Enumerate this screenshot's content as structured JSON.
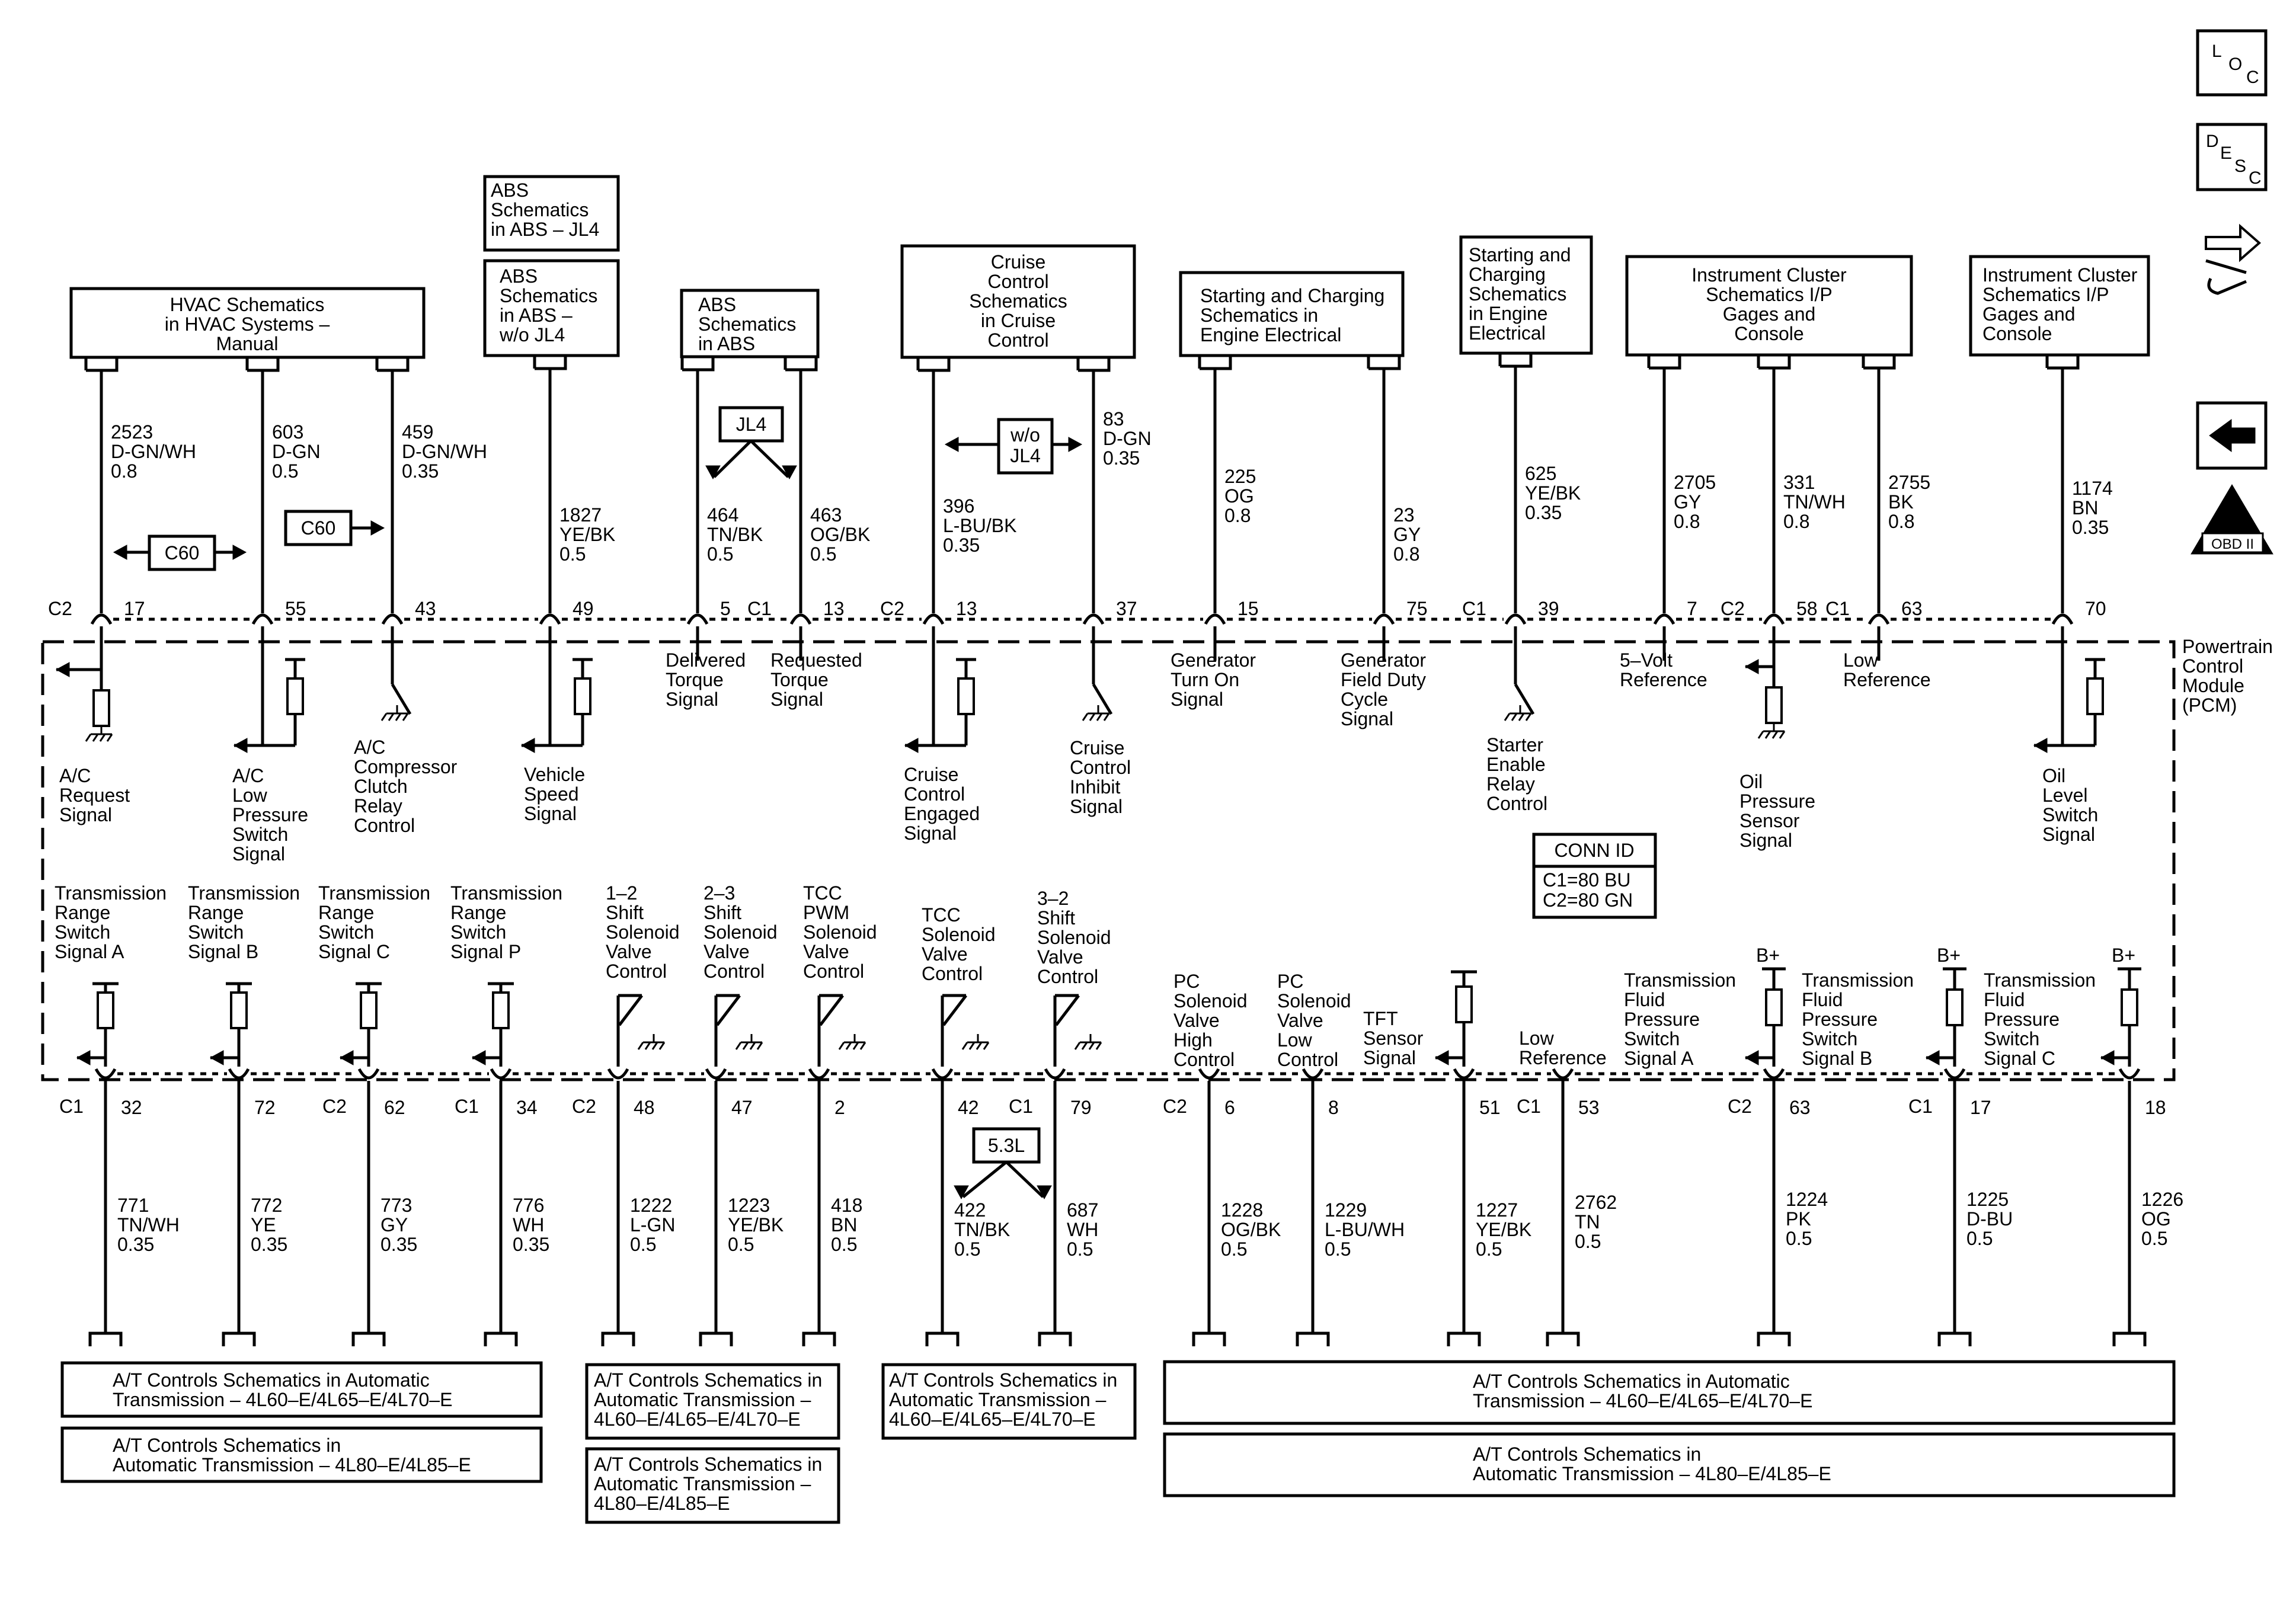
{
  "module": {
    "label": [
      "Powertrain",
      "Control",
      "Module",
      "(PCM)"
    ]
  },
  "nav": {
    "loc": [
      "L",
      "O",
      "C"
    ],
    "desc": [
      "D",
      "E",
      "S",
      "C"
    ],
    "obd": [
      "II",
      "OBD II"
    ]
  },
  "conn_id": {
    "title": "CONN ID",
    "lines": [
      "C1=80 BU",
      "C2=80 GN"
    ]
  },
  "top_boxes": [
    {
      "lines": [
        "HVAC Schematics",
        "in HVAC Systems –",
        "Manual"
      ]
    },
    {
      "lines": [
        "ABS",
        "Schematics",
        "in ABS – JL4"
      ]
    },
    {
      "lines": [
        "ABS",
        "Schematics",
        "in ABS –",
        "w/o JL4"
      ]
    },
    {
      "lines": [
        "ABS",
        "Schematics",
        "in ABS"
      ]
    },
    {
      "lines": [
        "Cruise",
        "Control",
        "Schematics",
        "in Cruise",
        "Control"
      ]
    },
    {
      "lines": [
        "Starting and Charging",
        "Schematics in",
        "Engine Electrical"
      ]
    },
    {
      "lines": [
        "Starting and",
        "Charging",
        "Schematics",
        "in Engine",
        "Electrical"
      ]
    },
    {
      "lines": [
        "Instrument Cluster",
        "Schematics I/P",
        "Gages and",
        "Console"
      ]
    },
    {
      "lines": [
        "Instrument Cluster",
        "Schematics I/P",
        "Gages and",
        "Console"
      ]
    }
  ],
  "bottom_boxes": [
    {
      "lines": [
        "A/T Controls Schematics in Automatic",
        "Transmission – 4L60–E/4L65–E/4L70–E"
      ]
    },
    {
      "lines": [
        "A/T Controls Schematics in",
        "Automatic Transmission – 4L80–E/4L85–E"
      ]
    },
    {
      "lines": [
        "A/T Controls Schematics in",
        "Automatic Transmission –",
        "4L60–E/4L65–E/4L70–E"
      ]
    },
    {
      "lines": [
        "A/T Controls Schematics in",
        "Automatic Transmission –",
        "4L80–E/4L85–E"
      ]
    },
    {
      "lines": [
        "A/T Controls Schematics in",
        "Automatic Transmission –",
        "4L60–E/4L65–E/4L70–E"
      ]
    },
    {
      "lines": [
        "A/T Controls Schematics in Automatic",
        "Transmission – 4L60–E/4L65–E/4L70–E"
      ]
    },
    {
      "lines": [
        "A/T Controls Schematics in",
        "Automatic Transmission – 4L80–E/4L85–E"
      ]
    }
  ],
  "tags": [
    "C60",
    "C60",
    "JL4",
    "w/o",
    "JL4",
    "5.3L"
  ],
  "top_wires": [
    {
      "conn": "C2",
      "pin": "17",
      "circuit": "2523",
      "color": "D-GN/WH",
      "gauge": "0.8",
      "signal": [
        "A/C",
        "Request",
        "Signal"
      ]
    },
    {
      "conn": "",
      "pin": "55",
      "circuit": "603",
      "color": "D-GN",
      "gauge": "0.5",
      "signal": [
        "A/C",
        "Low",
        "Pressure",
        "Switch",
        "Signal"
      ]
    },
    {
      "conn": "",
      "pin": "43",
      "circuit": "459",
      "color": "D-GN/WH",
      "gauge": "0.35",
      "signal": [
        "A/C",
        "Compressor",
        "Clutch",
        "Relay",
        "Control"
      ]
    },
    {
      "conn": "",
      "pin": "49",
      "circuit": "1827",
      "color": "YE/BK",
      "gauge": "0.5",
      "signal": [
        "Vehicle",
        "Speed",
        "Signal"
      ]
    },
    {
      "conn": "",
      "pin": "5",
      "circuit": "464",
      "color": "TN/BK",
      "gauge": "0.5",
      "signal": [
        "Delivered",
        "Torque",
        "Signal"
      ]
    },
    {
      "conn": "C1",
      "pin": "13",
      "circuit": "463",
      "color": "OG/BK",
      "gauge": "0.5",
      "signal": [
        "Requested",
        "Torque",
        "Signal"
      ]
    },
    {
      "conn": "C2",
      "pin": "13",
      "circuit": "396",
      "color": "L-BU/BK",
      "gauge": "0.35",
      "signal": [
        "Cruise",
        "Control",
        "Engaged",
        "Signal"
      ]
    },
    {
      "conn": "",
      "pin": "37",
      "circuit": "83",
      "color": "D-GN",
      "gauge": "0.35",
      "signal": [
        "Cruise",
        "Control",
        "Inhibit",
        "Signal"
      ]
    },
    {
      "conn": "",
      "pin": "15",
      "circuit": "225",
      "color": "OG",
      "gauge": "0.8",
      "signal": [
        "Generator",
        "Turn On",
        "Signal"
      ]
    },
    {
      "conn": "",
      "pin": "75",
      "circuit": "23",
      "color": "GY",
      "gauge": "0.8",
      "signal": [
        "Generator",
        "Field Duty",
        "Cycle",
        "Signal"
      ]
    },
    {
      "conn": "C1",
      "pin": "39",
      "circuit": "625",
      "color": "YE/BK",
      "gauge": "0.35",
      "signal": [
        "Starter",
        "Enable",
        "Relay",
        "Control"
      ]
    },
    {
      "conn": "",
      "pin": "7",
      "circuit": "2705",
      "color": "GY",
      "gauge": "0.8",
      "signal": [
        "5–Volt",
        "Reference"
      ]
    },
    {
      "conn": "C2",
      "pin": "58",
      "circuit": "331",
      "color": "TN/WH",
      "gauge": "0.8",
      "signal": [
        "Oil",
        "Pressure",
        "Sensor",
        "Signal"
      ]
    },
    {
      "conn": "C1",
      "pin": "63",
      "circuit": "2755",
      "color": "BK",
      "gauge": "0.8",
      "signal": [
        "Low",
        "Reference"
      ]
    },
    {
      "conn": "",
      "pin": "70",
      "circuit": "1174",
      "color": "BN",
      "gauge": "0.35",
      "signal": [
        "Oil",
        "Level",
        "Switch",
        "Signal"
      ]
    }
  ],
  "bottom_wires": [
    {
      "conn": "C1",
      "pin": "32",
      "circuit": "771",
      "color": "TN/WH",
      "gauge": "0.35",
      "signal": [
        "Transmission",
        "Range",
        "Switch",
        "Signal A"
      ],
      "bplus": ""
    },
    {
      "conn": "",
      "pin": "72",
      "circuit": "772",
      "color": "YE",
      "gauge": "0.35",
      "signal": [
        "Transmission",
        "Range",
        "Switch",
        "Signal B"
      ],
      "bplus": ""
    },
    {
      "conn": "C2",
      "pin": "62",
      "circuit": "773",
      "color": "GY",
      "gauge": "0.35",
      "signal": [
        "Transmission",
        "Range",
        "Switch",
        "Signal C"
      ],
      "bplus": ""
    },
    {
      "conn": "C1",
      "pin": "34",
      "circuit": "776",
      "color": "WH",
      "gauge": "0.35",
      "signal": [
        "Transmission",
        "Range",
        "Switch",
        "Signal P"
      ],
      "bplus": ""
    },
    {
      "conn": "C2",
      "pin": "48",
      "circuit": "1222",
      "color": "L-GN",
      "gauge": "0.5",
      "signal": [
        "1–2",
        "Shift",
        "Solenoid",
        "Valve",
        "Control"
      ],
      "bplus": ""
    },
    {
      "conn": "",
      "pin": "47",
      "circuit": "1223",
      "color": "YE/BK",
      "gauge": "0.5",
      "signal": [
        "2–3",
        "Shift",
        "Solenoid",
        "Valve",
        "Control"
      ],
      "bplus": ""
    },
    {
      "conn": "",
      "pin": "2",
      "circuit": "418",
      "color": "BN",
      "gauge": "0.5",
      "signal": [
        "TCC",
        "PWM",
        "Solenoid",
        "Valve",
        "Control"
      ],
      "bplus": ""
    },
    {
      "conn": "",
      "pin": "42",
      "circuit": "422",
      "color": "TN/BK",
      "gauge": "0.5",
      "signal": [
        "TCC",
        "Solenoid",
        "Valve",
        "Control"
      ],
      "bplus": ""
    },
    {
      "conn": "C1",
      "pin": "79",
      "circuit": "687",
      "color": "WH",
      "gauge": "0.5",
      "signal": [
        "3–2",
        "Shift",
        "Solenoid",
        "Valve",
        "Control"
      ],
      "bplus": ""
    },
    {
      "conn": "C2",
      "pin": "6",
      "circuit": "1228",
      "color": "OG/BK",
      "gauge": "0.5",
      "signal": [
        "PC",
        "Solenoid",
        "Valve",
        "High",
        "Control"
      ],
      "bplus": ""
    },
    {
      "conn": "",
      "pin": "8",
      "circuit": "1229",
      "color": "L-BU/WH",
      "gauge": "0.5",
      "signal": [
        "PC",
        "Solenoid",
        "Valve",
        "Low",
        "Control"
      ],
      "bplus": ""
    },
    {
      "conn": "",
      "pin": "51",
      "circuit": "1227",
      "color": "YE/BK",
      "gauge": "0.5",
      "signal": [
        "TFT",
        "Sensor",
        "Signal"
      ],
      "bplus": ""
    },
    {
      "conn": "C1",
      "pin": "53",
      "circuit": "2762",
      "color": "TN",
      "gauge": "0.5",
      "signal": [
        "Low",
        "Reference"
      ],
      "bplus": ""
    },
    {
      "conn": "C2",
      "pin": "63",
      "circuit": "1224",
      "color": "PK",
      "gauge": "0.5",
      "signal": [
        "Transmission",
        "Fluid",
        "Pressure",
        "Switch",
        "Signal A"
      ],
      "bplus": "B+"
    },
    {
      "conn": "C1",
      "pin": "17",
      "circuit": "1225",
      "color": "D-BU",
      "gauge": "0.5",
      "signal": [
        "Transmission",
        "Fluid",
        "Pressure",
        "Switch",
        "Signal B"
      ],
      "bplus": "B+"
    },
    {
      "conn": "",
      "pin": "18",
      "circuit": "1226",
      "color": "OG",
      "gauge": "0.5",
      "signal": [
        "Transmission",
        "Fluid",
        "Pressure",
        "Switch",
        "Signal C"
      ],
      "bplus": "B+"
    }
  ]
}
